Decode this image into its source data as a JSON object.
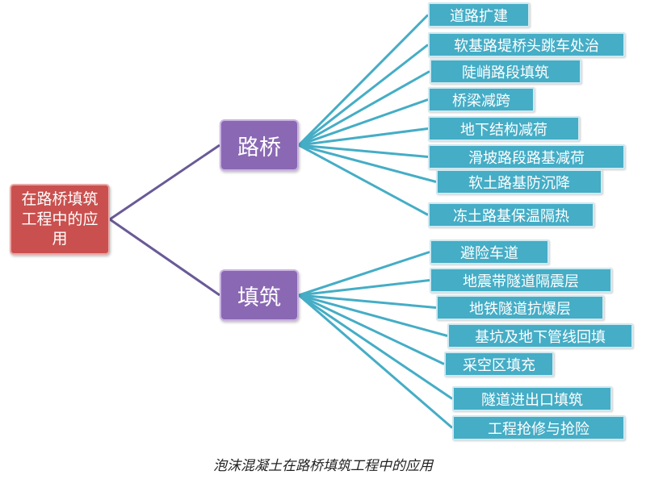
{
  "root": {
    "label": "在路桥填筑工程中的应用"
  },
  "branches": [
    {
      "label": "路桥",
      "items": [
        "道路扩建",
        "软基路堤桥头跳车处治",
        "陡峭路段填筑",
        "桥梁减跨",
        "地下结构减荷",
        "滑坡路段路基减荷",
        "软土路基防沉降",
        "冻土路基保温隔热"
      ]
    },
    {
      "label": "填筑",
      "items": [
        "避险车道",
        "地震带隧道隔震层",
        "地铁隧道抗爆层",
        "基坑及地下管线回填",
        "采空区填充",
        "隧道进出口填筑",
        "工程抢修与抢险"
      ]
    }
  ],
  "caption": "泡沫混凝土在路桥填筑工程中的应用",
  "colors": {
    "root": "#c9504e",
    "branch": "#8a68b4",
    "leaf": "#45adc6",
    "root_link": "#6a5a96",
    "leaf_link": "#45adc6"
  }
}
